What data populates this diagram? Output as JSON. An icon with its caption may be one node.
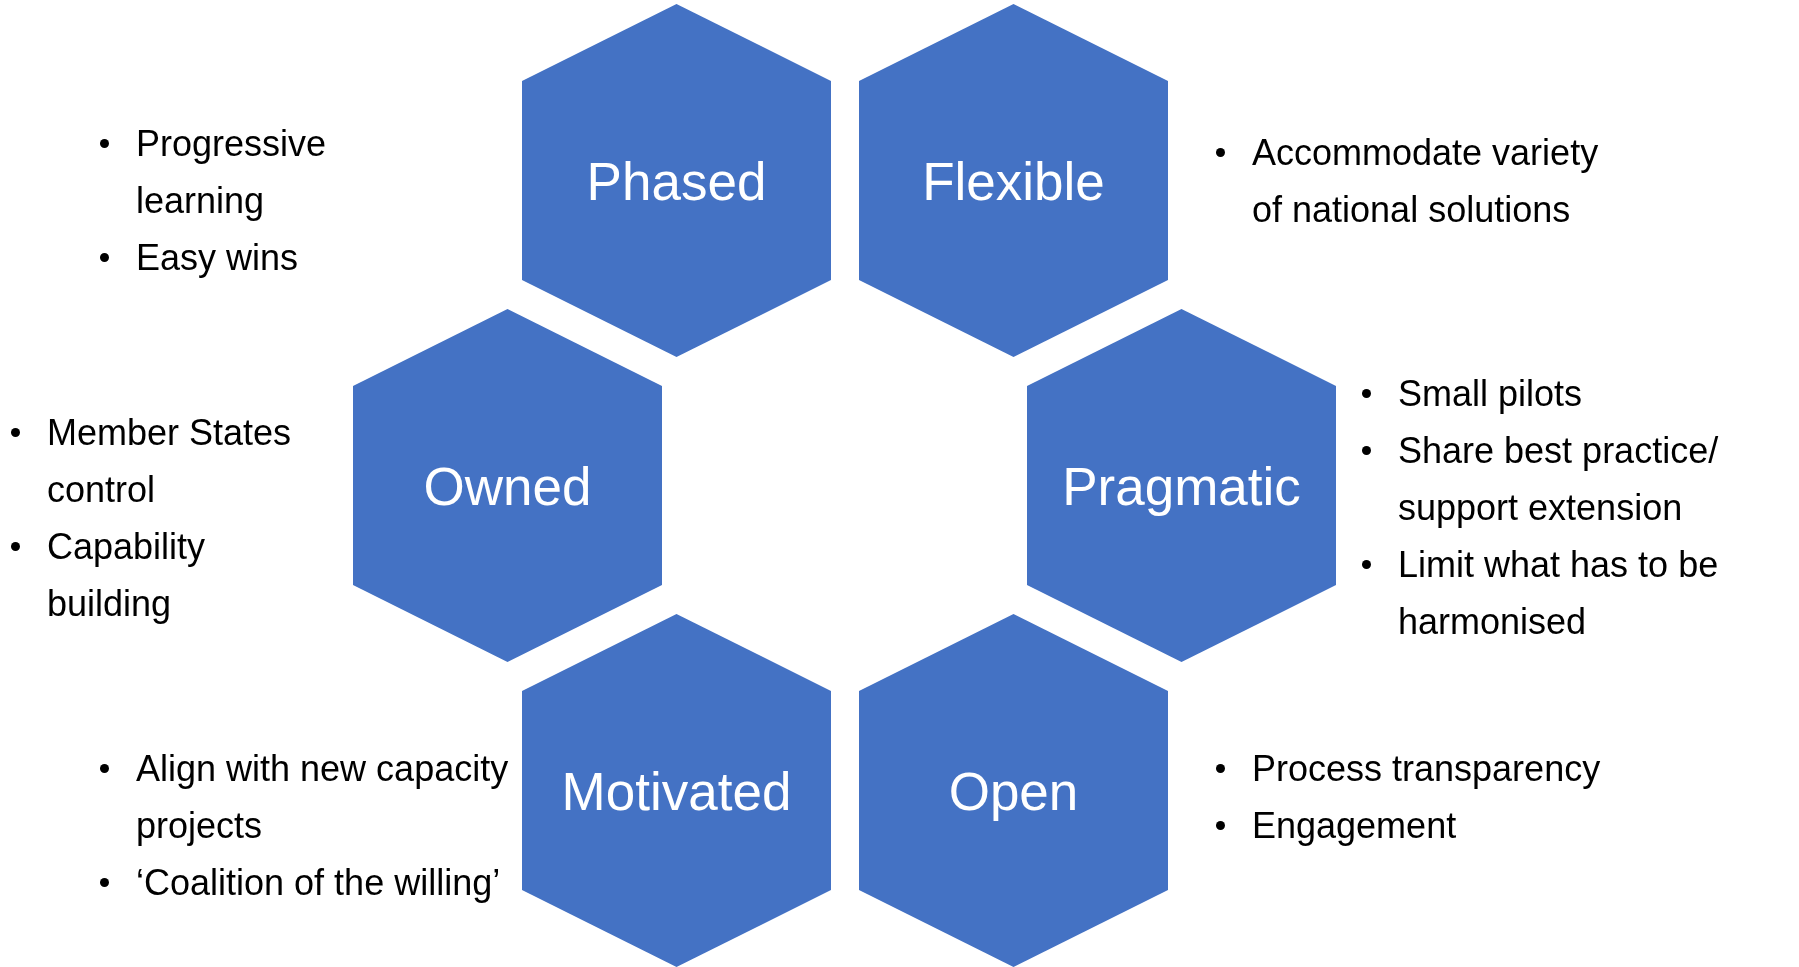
{
  "diagram": {
    "nodes": [
      {
        "text": [
          "Phased"
        ],
        "beside": [
          "Progressive learning",
          "Easy wins"
        ]
      },
      {
        "text": [
          "Flexible"
        ],
        "beside": [
          "Accommodate variety of national solutions"
        ]
      },
      {
        "text": [
          "Owned"
        ],
        "beside": [
          "Member States control",
          "Capability building"
        ]
      },
      {
        "text": [
          "Pragmatic"
        ],
        "beside": [
          "Small pilots",
          "Share best practice/ support extension",
          "Limit what has to be harmonised"
        ]
      },
      {
        "text": [
          "Motivated"
        ],
        "beside": [
          "Align with new capacity projects",
          "‘Coalition of the willing’"
        ]
      },
      {
        "text": [
          "Open"
        ],
        "beside": [
          "Process transparency",
          "Engagement"
        ]
      }
    ]
  }
}
